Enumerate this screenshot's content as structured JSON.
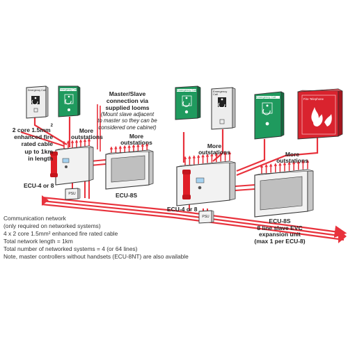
{
  "colors": {
    "cable": "#e8323c",
    "panel_green": "#1f9a5e",
    "panel_grey": "#e6e6e6",
    "panel_outline": "#333333",
    "fire_red": "#d9232e",
    "screen": "#bfbfbf",
    "handset": "#e01e26"
  },
  "labels": {
    "cable_spec": [
      "2 core 1.5mm",
      "enhanced fire",
      "rated cable",
      "up to 1km",
      "in length"
    ],
    "cable_superscript": "2",
    "master_slave": {
      "title": [
        "Master/Slave",
        "connection via",
        "supplied looms"
      ],
      "note": [
        "(Mount slave adjacent",
        "to master so they can be",
        "considered one cabinet)"
      ]
    },
    "more_outstations_1": [
      "More",
      "outstations"
    ],
    "more_outstations_2": [
      "More",
      "outstations"
    ],
    "more_outstations_3": [
      "More",
      "outstations"
    ],
    "more_outstations_4": [
      "More",
      "outstations"
    ],
    "ecu_48_left": "ECU-4 or 8",
    "ecu_8s_left": "ECU-8S",
    "ecu_48_right": "ECU-4 or 8",
    "ecu_8s_right": [
      "ECU-8S",
      "8 line slave EVC",
      "expansion unit",
      "(max 1 per ECU-8)"
    ],
    "psu": "PSU",
    "outstation_green": "Emergency Call",
    "outstation_grey": "Emergency Call",
    "fire_telephone": "Fire Telephone"
  },
  "notes": [
    "Communication network",
    "(only required on networked systems)",
    "4 x 2 core 1.5mm² enhanced fire rated cable",
    "Total network length = 1km",
    "Total number of networked systems = 4 (or 64 lines)",
    "Note, master controllers without handsets (ECU-8NT) are also available"
  ],
  "icons": [
    "wheelchair-icon",
    "flame-icon",
    "handset-icon",
    "network-arrow-icon"
  ]
}
